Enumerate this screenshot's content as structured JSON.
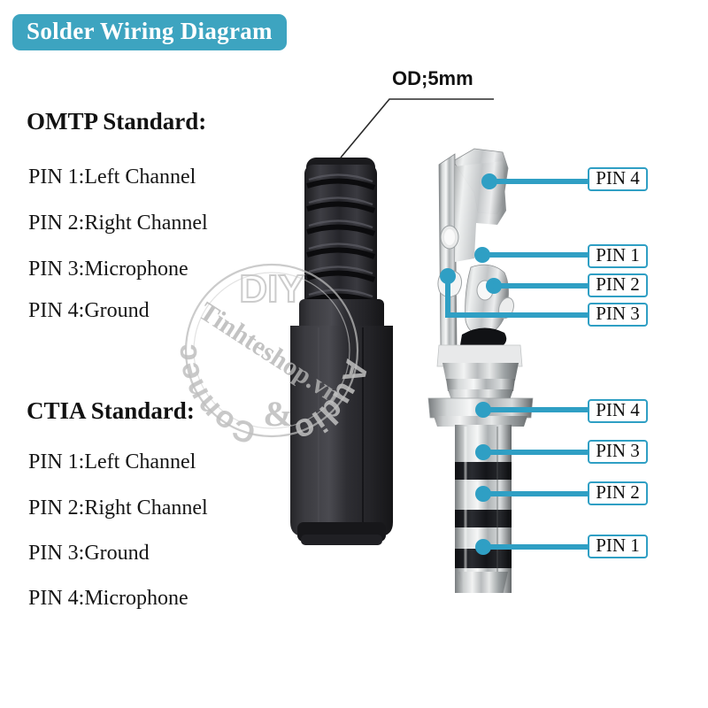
{
  "title": {
    "text": "Solder Wiring Diagram",
    "bg": "#3da4c0",
    "fg": "#ffffff"
  },
  "accent": "#2f9fc4",
  "standards": [
    {
      "name": "OMTP Standard",
      "colon": ":",
      "pins": [
        "PIN 1:Left Channel",
        "PIN 2:Right Channel",
        "PIN 3:Microphone",
        "PIN 4:Ground"
      ]
    },
    {
      "name": "CTIA Standard",
      "colon": ":",
      "pins": [
        "PIN 1:Left Channel",
        "PIN 2:Right Channel",
        "PIN 3:Ground",
        "PIN 4:Microphone"
      ]
    }
  ],
  "dimension": {
    "label": "OD;5mm"
  },
  "callouts_upper": [
    {
      "label": "PIN 4"
    },
    {
      "label": "PIN 1"
    },
    {
      "label": "PIN 2"
    },
    {
      "label": "PIN 3"
    }
  ],
  "callouts_lower": [
    {
      "label": "PIN 4"
    },
    {
      "label": "PIN 3"
    },
    {
      "label": "PIN 2"
    },
    {
      "label": "PIN 1"
    }
  ],
  "watermark": {
    "top": "DIY",
    "diagonal": "Tinhteshop.vn",
    "arc_right": "Audio",
    "arc_left": "Connector",
    "amp": "&"
  }
}
